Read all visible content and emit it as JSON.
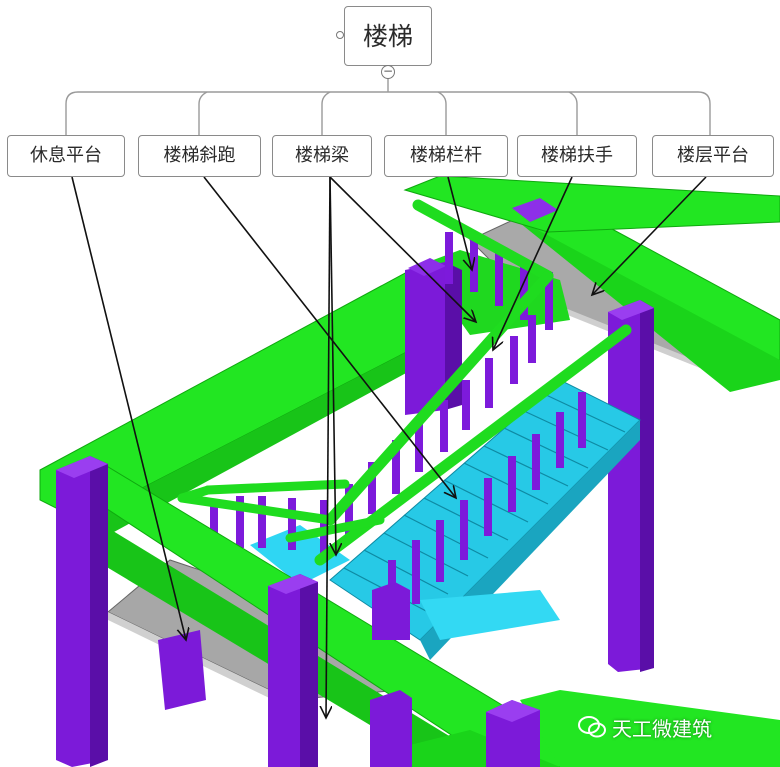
{
  "mindmap": {
    "root": "楼梯",
    "collapse_symbol": "−",
    "children": [
      "休息平台",
      "楼梯斜跑",
      "楼梯梁",
      "楼梯栏杆",
      "楼梯扶手",
      "楼层平台"
    ]
  },
  "watermark": {
    "text": "天工微建筑",
    "icon": "wechat-icon"
  },
  "colors": {
    "beam_green": "#22e622",
    "column_purple": "#7c1ad9",
    "stair_cyan": "#2ad4f0",
    "platform_gray": "#a8a8a8",
    "arrow": "#111111"
  }
}
